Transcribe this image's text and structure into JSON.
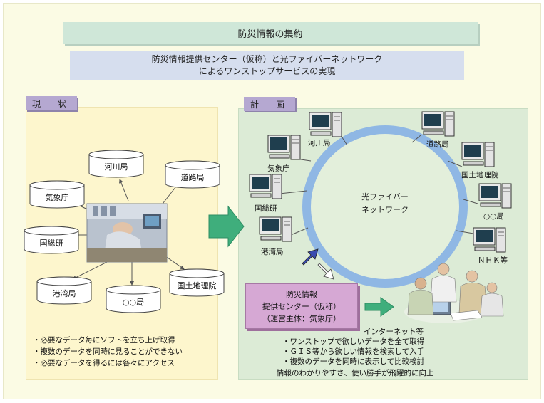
{
  "title": "防災情報の集約",
  "subtitle": {
    "line1": "防災情報提供センター（仮称）と光ファイバーネットワーク",
    "line2": "によるワンストップサービスの実現"
  },
  "current": {
    "label": "現　状",
    "offices": {
      "kasen": "河川局",
      "doro": "道路局",
      "kisho": "気象庁",
      "kokusoken": "国総研",
      "kokudo": "国土地理院",
      "kowan": "港湾局",
      "marumaru": "○○局"
    },
    "notes": [
      "・必要なデータ毎にソフトを立ち上げ取得",
      "・複数のデータを同時に見ることができない",
      "・必要なデータを得るには各々にアクセス"
    ]
  },
  "plan": {
    "label": "計　画",
    "ring_label": {
      "line1": "光ファイバー",
      "line2": "ネットワーク"
    },
    "nodes": {
      "kasen": "河川局",
      "kisho": "気象庁",
      "kokusoken": "国総研",
      "kowan": "港湾局",
      "doro": "道路局",
      "kokudo": "国土地理院",
      "marumaru": "○○局",
      "nhk": "ＮＨＫ等"
    },
    "center": {
      "line1": "防災情報",
      "line2": "提供センター（仮称）",
      "line3": "（運営主体：気象庁）"
    },
    "internet_label": "インターネット等",
    "notes": [
      "・ワンストップで欲しいデータを全て取得",
      "・ＧＩＳ等から欲しい情報を検索して入手",
      "・複数のデータを同時に表示して比較検討"
    ],
    "conclusion": "情報のわかりやすさ、使い勝手が飛躍的に向上"
  },
  "colors": {
    "title_bg": "#cfe7d8",
    "subtitle_bg": "#d6deee",
    "left_panel_bg": "#fdf6cd",
    "right_panel_bg": "#dcebd6",
    "section_label_bg": "#b5a8d1",
    "center_box_bg": "#d6a8d4",
    "arrow_green": "#3fae7c",
    "ring_blue": "#8fb7e4"
  }
}
